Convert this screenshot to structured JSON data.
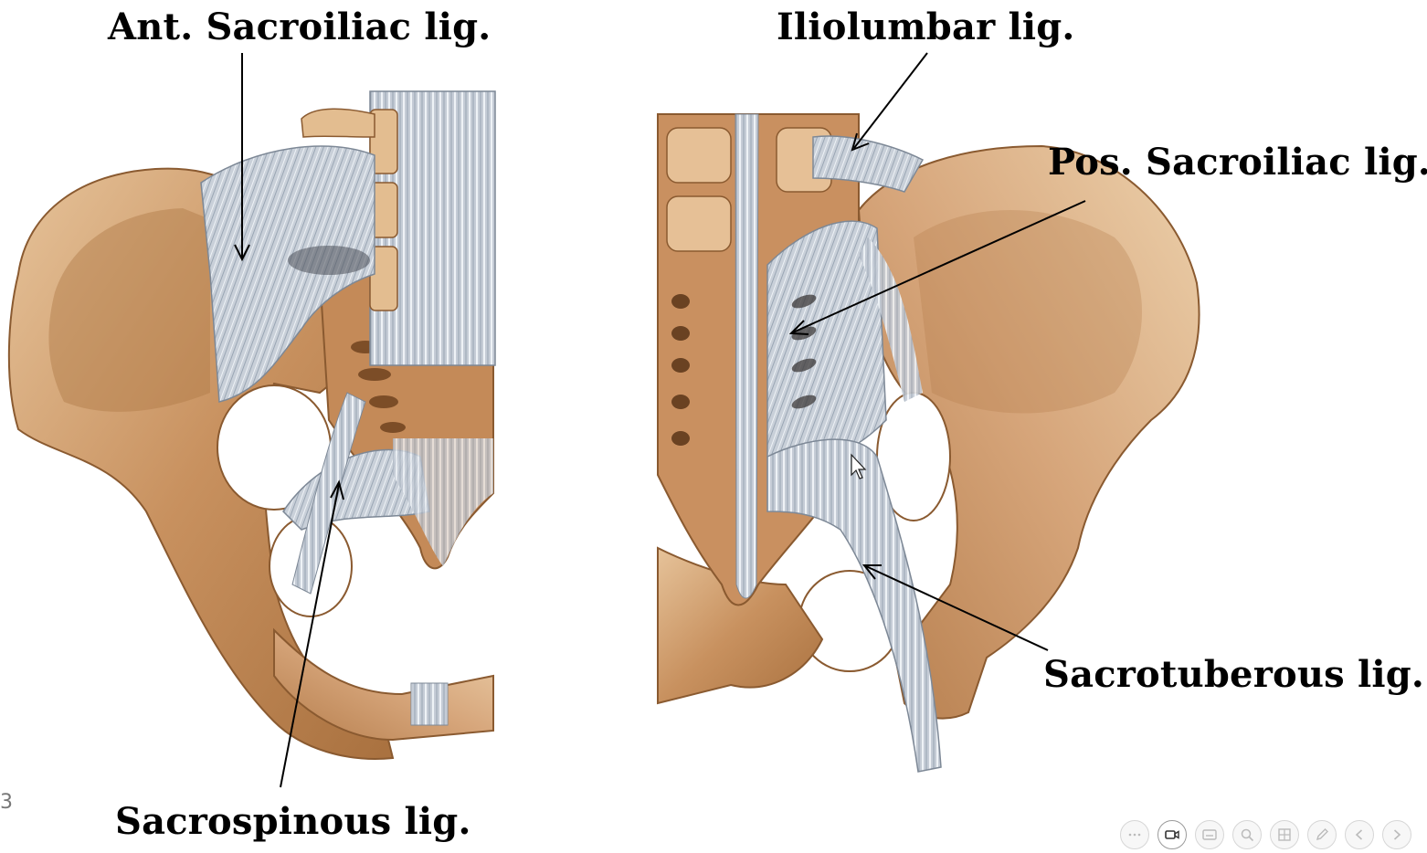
{
  "labels": {
    "ant_sacroiliac": "Ant. Sacroiliac  lig.",
    "iliolumbar": "Iliolumbar lig.",
    "pos_sacroiliac": "Pos. Sacroiliac lig.",
    "sacrotuberous": "Sacrotuberous lig.",
    "sacrospinous": "Sacrospinous lig."
  },
  "slide_number": "3",
  "toolbar": {
    "icons": [
      "more-icon",
      "video-camera-icon",
      "subtitles-icon",
      "zoom-icon",
      "layout-icon",
      "pen-icon",
      "previous-icon",
      "next-icon"
    ]
  },
  "colors": {
    "bone": "#c9956a",
    "bone_light": "#e8c8a0",
    "ligament": "#c8cfd8",
    "text": "#000000"
  }
}
